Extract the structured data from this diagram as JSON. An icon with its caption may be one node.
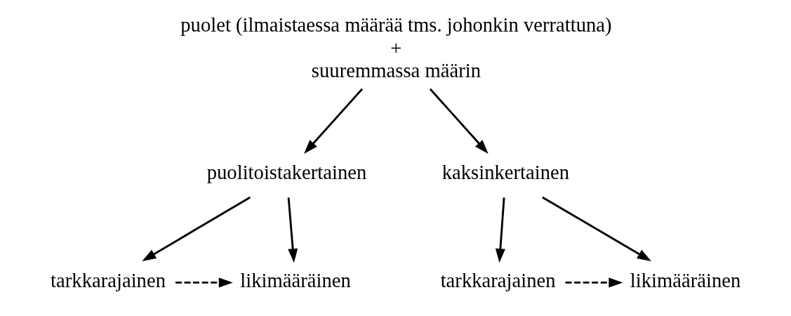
{
  "diagram": {
    "nodes": [
      {
        "text": [
          "puolet (ilmaistaessa määrää tms. johonkin verrattuna)",
          "+",
          "suuremmassa määrin"
        ]
      },
      {
        "text": [
          "puolitoistakertainen"
        ]
      },
      {
        "text": [
          "kaksinkertainen"
        ]
      },
      {
        "text": [
          "tarkkarajainen"
        ]
      },
      {
        "text": [
          "likimääräinen"
        ]
      },
      {
        "text": [
          "tarkkarajainen"
        ]
      },
      {
        "text": [
          "likimääräinen"
        ]
      }
    ],
    "edges": [
      {
        "from": 0,
        "to": 1,
        "arrow": "to"
      },
      {
        "from": 0,
        "to": 2,
        "arrow": "to"
      },
      {
        "from": 1,
        "to": 3,
        "arrow": "to"
      },
      {
        "from": 1,
        "to": 4,
        "arrow": "to"
      },
      {
        "from": 2,
        "to": 5,
        "arrow": "to"
      },
      {
        "from": 2,
        "to": 6,
        "arrow": "to"
      },
      {
        "from": 3,
        "to": 4,
        "arrow": "to",
        "style": "dashed"
      },
      {
        "from": 5,
        "to": 6,
        "arrow": "to",
        "style": "dashed"
      }
    ]
  }
}
